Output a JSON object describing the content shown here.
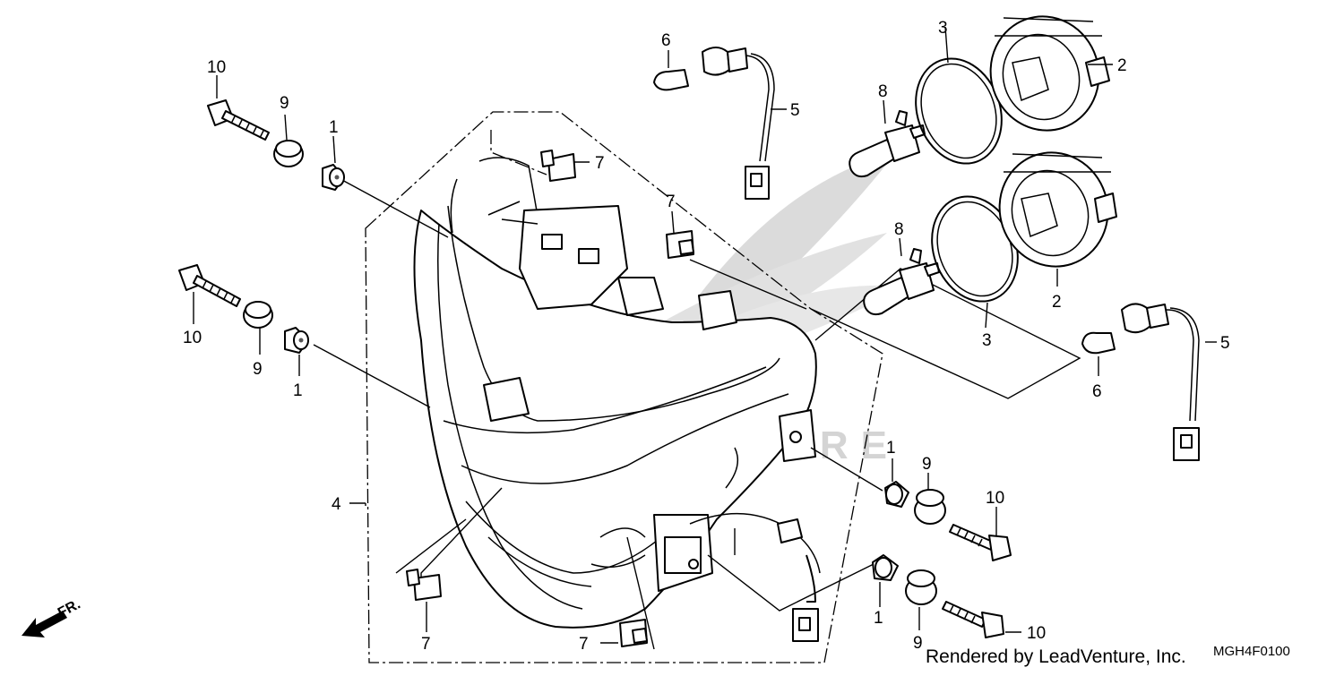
{
  "labels": {
    "l1a": "1",
    "l1b": "1",
    "l1c": "1",
    "l1d": "1",
    "l2a": "2",
    "l2b": "2",
    "l3a": "3",
    "l3b": "3",
    "l4": "4",
    "l5a": "5",
    "l5b": "5",
    "l6a": "6",
    "l6b": "6",
    "l7a": "7",
    "l7b": "7",
    "l7c": "7",
    "l7d": "7",
    "l8a": "8",
    "l8b": "8",
    "l9a": "9",
    "l9b": "9",
    "l9c": "9",
    "l9d": "9",
    "l10a": "10",
    "l10b": "10",
    "l10c": "10",
    "l10d": "10"
  },
  "direction_marker": "FR.",
  "credit": "Rendered by LeadVenture, Inc.",
  "diagram_code": "MGH4F0100"
}
